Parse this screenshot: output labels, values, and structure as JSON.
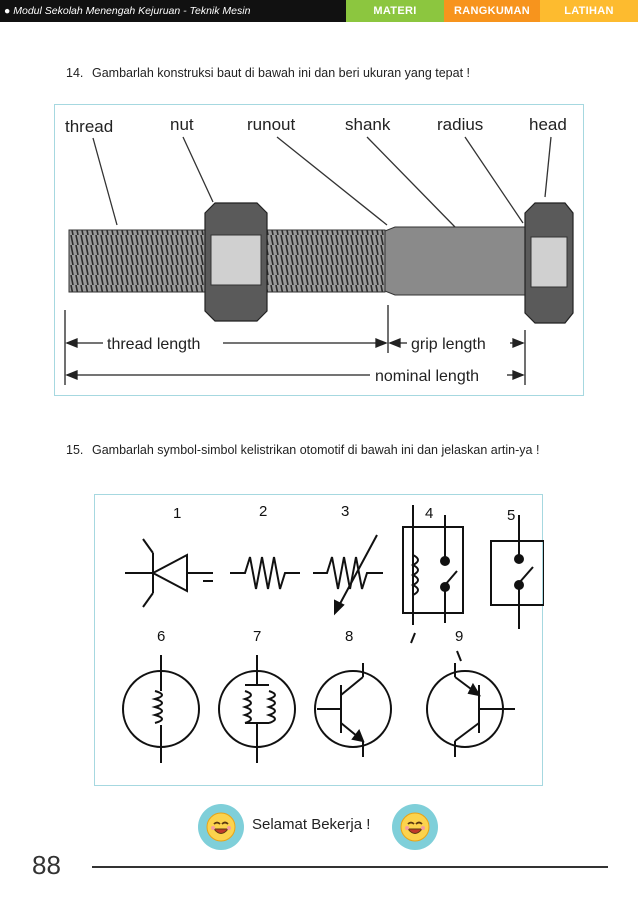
{
  "header": {
    "module_title": "● Modul Sekolah Menengah Kejuruan - Teknik Mesin",
    "tabs": [
      "MATERI",
      "RANGKUMAN",
      "LATIHAN"
    ]
  },
  "questions": [
    {
      "number": "14.",
      "text": "Gambarlah konstruksi baut di bawah ini dan beri ukuran yang tepat !"
    },
    {
      "number": "15.",
      "text": "Gambarlah symbol-simbol kelistrikan otomotif di bawah ini dan jelaskan artin-ya !"
    }
  ],
  "bolt_figure": {
    "labels": [
      "thread",
      "nut",
      "runout",
      "shank",
      "radius",
      "head"
    ],
    "dimensions": [
      "thread length",
      "grip length",
      "nominal length"
    ]
  },
  "symbol_figure": {
    "numbers": [
      "1",
      "2",
      "3",
      "4",
      "5",
      "6",
      "7",
      "8",
      "9"
    ]
  },
  "footer": {
    "closing": "Selamat Bekerja !",
    "page_number": "88"
  },
  "colors": {
    "header_bg": "#111111",
    "materi": "#8cc63f",
    "rangkuman": "#f7941d",
    "latihan": "#fdbb2f",
    "frame": "#a6d8e0",
    "smiley": "#7fcfd9"
  }
}
